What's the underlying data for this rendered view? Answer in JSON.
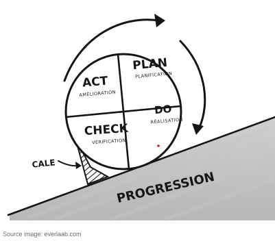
{
  "diagram": {
    "quadrants": {
      "act": {
        "title": "ACT",
        "subtitle": "AMÉLIORATION"
      },
      "plan": {
        "title": "PLAN",
        "subtitle": "PLANIFICATION"
      },
      "check": {
        "title": "CHECK",
        "subtitle": "VÉRIFICATION"
      },
      "do": {
        "title": "DO",
        "subtitle": "RÉALISATION"
      }
    },
    "wedge_label": "CALE",
    "slope_label": "PROGRESSION"
  },
  "caption": {
    "source": "Source image: everlaab.com"
  },
  "colors": {
    "ink": "#151515",
    "slope_fill": "#bdbdbd",
    "slope_shadow": "#a7a7a7",
    "background": "#ffffff",
    "caption": "#6d6d6d",
    "dot": "#d62020"
  }
}
